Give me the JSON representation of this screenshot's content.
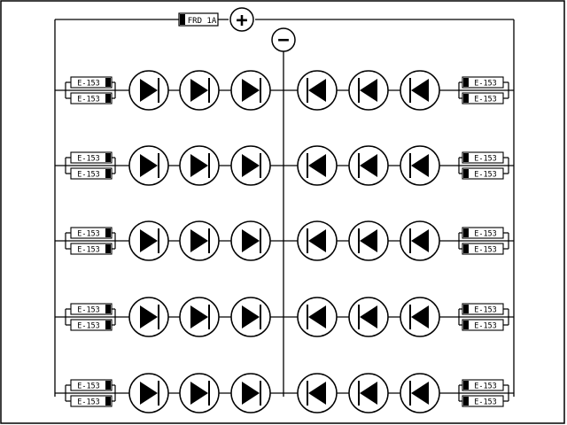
{
  "fuse": {
    "label": "FRD 1A"
  },
  "terminals": {
    "positive": "+",
    "negative": "−"
  },
  "crd_label": "E-153",
  "rows": 5,
  "leds_per_side": 3,
  "colors": {
    "stroke": "#000000",
    "background": "#ffffff"
  }
}
